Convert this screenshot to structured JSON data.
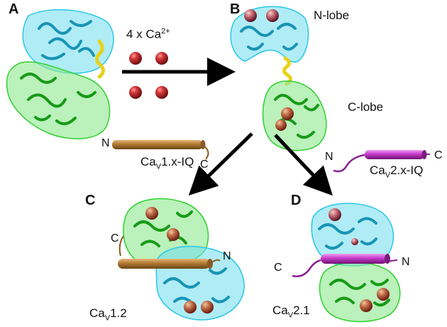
{
  "panels": {
    "a": "A",
    "b": "B",
    "c": "C",
    "d": "D"
  },
  "ion_label": {
    "text": "4 x Ca",
    "charge": "2+"
  },
  "lobes": {
    "n": "N-lobe",
    "c": "C-lobe"
  },
  "peptide_1x": {
    "prefix": "Ca",
    "sub": "V",
    "suffix": "1.x-IQ",
    "n_term": "N",
    "c_term": "C"
  },
  "peptide_2x": {
    "prefix": "Ca",
    "sub": "V",
    "suffix": "2.x-IQ",
    "n_term": "N",
    "c_term": "C"
  },
  "complex_c": {
    "prefix": "Ca",
    "sub": "V",
    "suffix": "1.2",
    "n_term": "N",
    "c_term": "C"
  },
  "complex_d": {
    "prefix": "Ca",
    "sub": "V",
    "suffix": "2.1",
    "n_term": "N",
    "c_term": "C"
  },
  "colors": {
    "n_lobe": "#29c8e6",
    "c_lobe": "#2ed12e",
    "linker": "#e8d21a",
    "calcium": "#c0202a",
    "peptide_1x": "#b27a33",
    "peptide_2x": "#c43ac8",
    "arrow": "#000000"
  },
  "icons": {
    "calcium": "calcium-ion-sphere",
    "arrow": "reaction-arrow-icon"
  }
}
